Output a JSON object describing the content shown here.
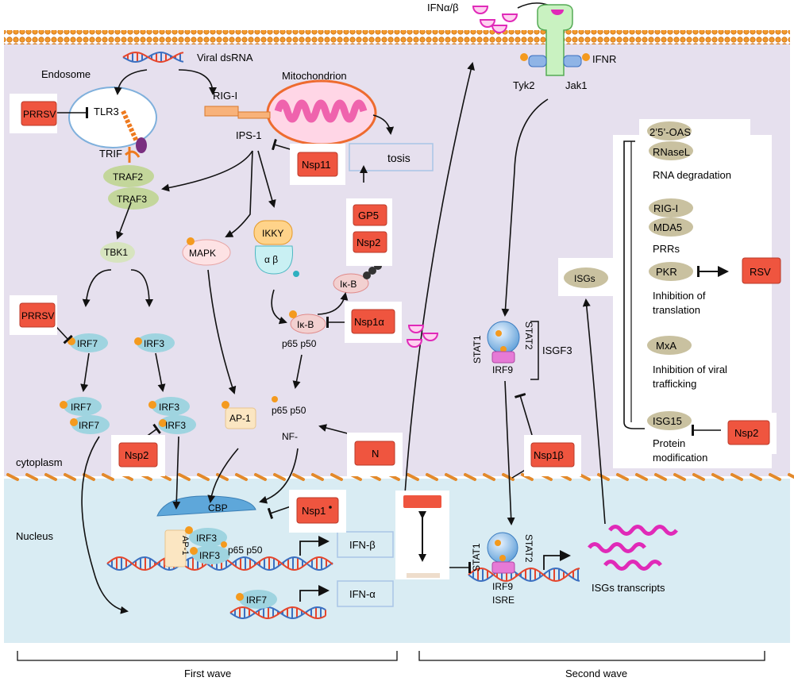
{
  "labels": {
    "viral_dsrna": "Viral dsRNA",
    "endosome": "Endosome",
    "mitochondrion": "Mitochondrion",
    "rig_i": "RIG-I",
    "ips1": "IPS-1",
    "tlr3": "TLR3",
    "trif": "TRIF",
    "traf2": "TRAF2",
    "traf3": "TRAF3",
    "tbk1": "TBK1",
    "mapk": "MAPK",
    "ikky": "IKKY",
    "alpha_beta": "α β",
    "ikb_top": "Iκ-B",
    "ikb_mid": "Iκ-B",
    "p65_p50_a": "p65 p50",
    "p65_p50_b": "p65 p50",
    "nf": "NF-",
    "irf7_1": "IRF7",
    "irf3_1": "IRF3",
    "irf7_2a": "IRF7",
    "irf7_2b": "IRF7",
    "irf3_2a": "IRF3",
    "irf3_2b": "IRF3",
    "ap1": "AP-1",
    "apoptosis": "tosis",
    "cytoplasm": "cytoplasm",
    "nucleus": "Nucleus",
    "cbp": "CBP",
    "ap1_nuc": "AP-1",
    "irf3_nuc_a": "IRF3",
    "irf3_nuc_b": "IRF3",
    "p65_p50_nuc": "p65 p50",
    "ifn_beta": "IFN-β",
    "ifn_alpha": "IFN-α",
    "irf7_nuc": "IRF7",
    "ifn_ab": "IFNα/β",
    "ifnr": "IFNR",
    "tyk2": "Tyk2",
    "jak1": "Jak1",
    "stat1": "STAT1",
    "stat2": "STAT2",
    "irf9": "IRF9",
    "isgf3": "ISGF3",
    "stat1_nuc": "STAT1",
    "stat2_nuc": "STAT2",
    "irf9_nuc": "IRF9",
    "isre": "ISRE",
    "isgs_transcripts": "ISGs transcripts",
    "isgs": "ISGs",
    "oas": "2’5’-OAS",
    "rnasel": "RNaseL",
    "rna_degradation": "RNA degradation",
    "rig_i_2": "RIG-I",
    "mda5": "MDA5",
    "prrs": "PRRs",
    "pkr": "PKR",
    "prrsv_cut": "RSV",
    "inhibition_translation_1": "Inhibition of",
    "inhibition_translation_2": "translation",
    "mxa": "MxA",
    "inhibition_viral_1": "Inhibition of viral",
    "inhibition_viral_2": "trafficking",
    "isg15": "ISG15",
    "protein_mod_1": "Protein",
    "protein_mod_2": "modification",
    "first_wave": "First wave",
    "second_wave": "Second wave"
  },
  "viral_proteins": {
    "prrsv_1": "PRRSV",
    "prrsv_2": "PRRSV",
    "nsp11": "Nsp11",
    "gp5": "GP5",
    "nsp2_a": "Nsp2",
    "nsp1a": "Nsp1α",
    "nsp2_b": "Nsp2",
    "n": "N",
    "nsp1_star": "Nsp1",
    "nsp1b": "Nsp1β",
    "nsp2_c": "Nsp2"
  },
  "colors": {
    "cytoplasm_bg": "#e6e0ee",
    "nucleus_bg": "#d9ecf3",
    "membrane": "#f39a2c",
    "viral_box": "#ef553f",
    "protein_green": "#c3d69b",
    "protein_tan": "#c9c1a0",
    "irf_blue": "#9fd4e0",
    "phospho": "#f49a1e",
    "dna_red": "#e5452c",
    "dna_blue": "#3b6fc0",
    "ifn_magenta": "#e02ab8"
  }
}
